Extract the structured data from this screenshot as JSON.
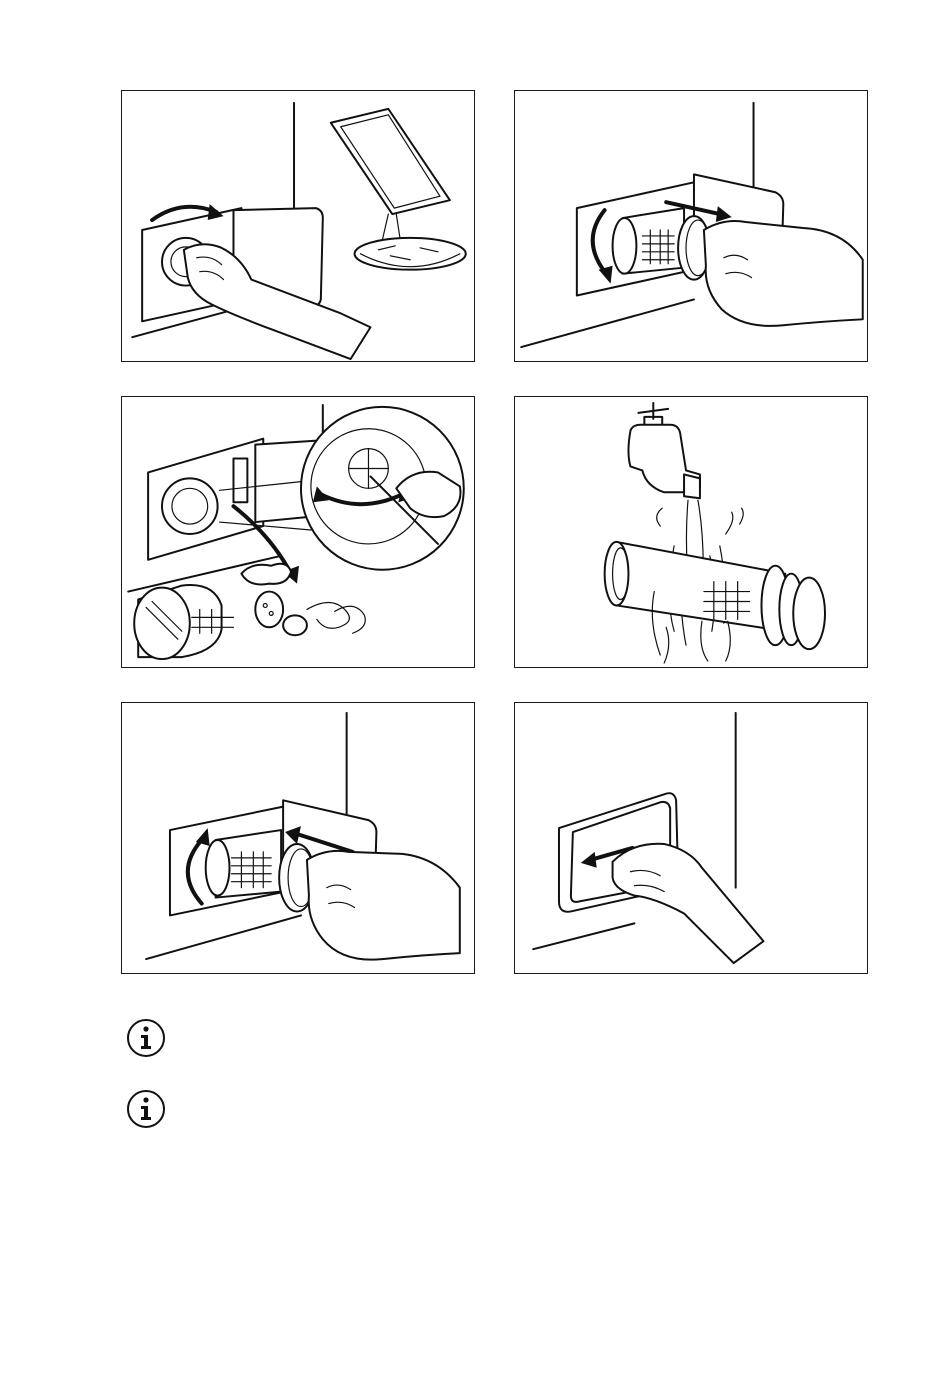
{
  "figures": [
    {
      "id": "step-1",
      "icon": "open-flap-drain-water-illustration"
    },
    {
      "id": "step-2",
      "icon": "unscrew-pull-filter-illustration"
    },
    {
      "id": "step-3",
      "icon": "remove-debris-from-filter-illustration"
    },
    {
      "id": "step-4",
      "icon": "rinse-filter-under-tap-illustration"
    },
    {
      "id": "step-5",
      "icon": "reinsert-tighten-filter-illustration"
    },
    {
      "id": "step-6",
      "icon": "close-flap-illustration"
    }
  ],
  "notes": [
    {
      "icon": "info-icon",
      "text": ""
    },
    {
      "icon": "info-icon",
      "text": ""
    }
  ],
  "colors": {
    "line": "#111111",
    "background": "#ffffff"
  }
}
